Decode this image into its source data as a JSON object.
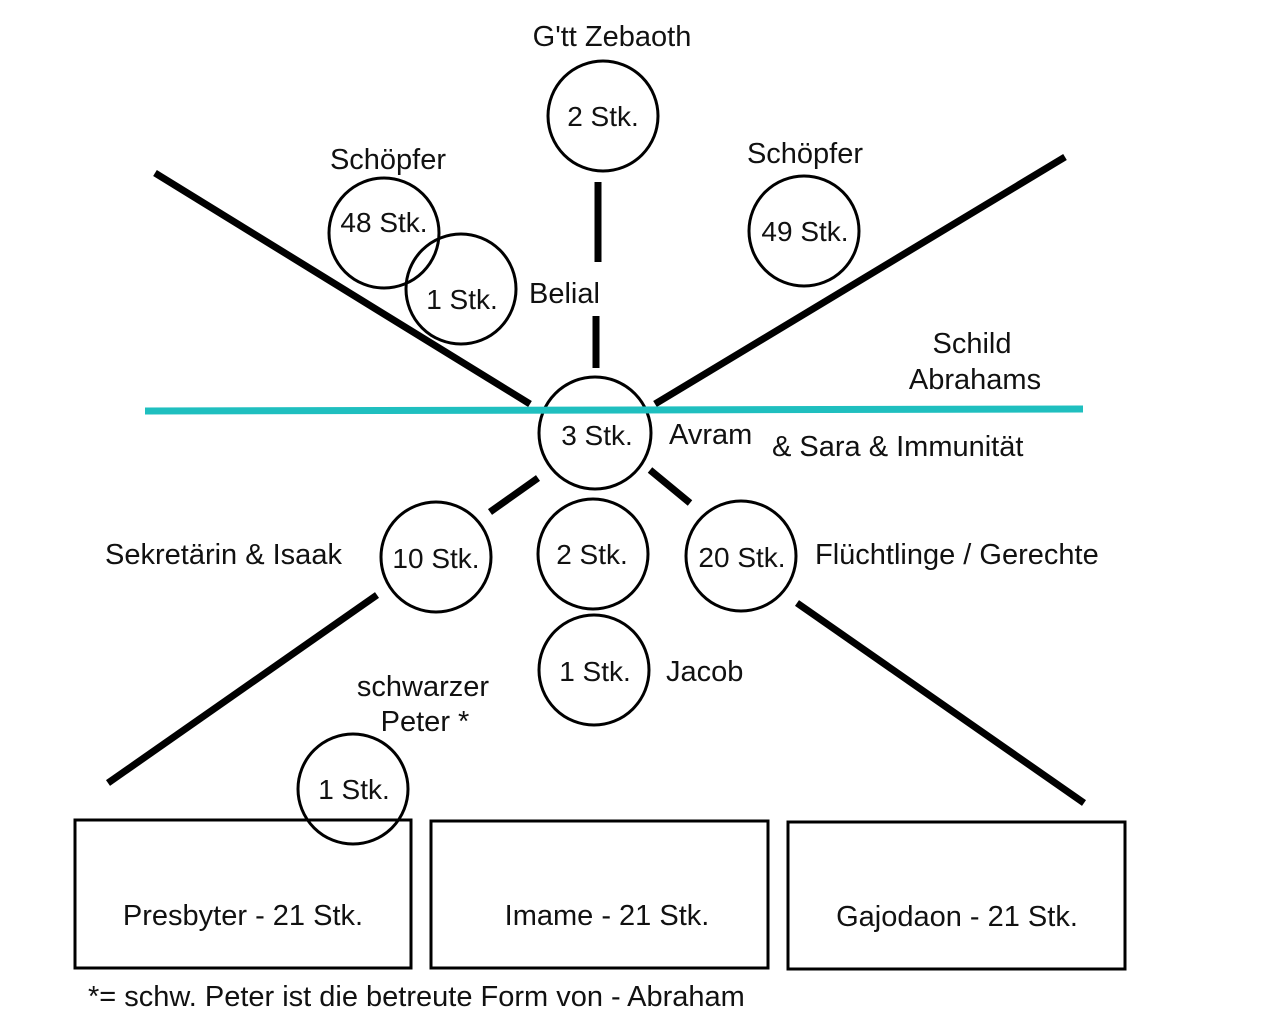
{
  "colors": {
    "ink": "#000000",
    "shield_line": "#1fbfbf",
    "background": "#ffffff"
  },
  "top": {
    "title": "G'tt Zebaoth",
    "count": "2 Stk."
  },
  "left_upper": {
    "title": "Schöpfer",
    "count_a": "48 Stk.",
    "count_b": "1 Stk.",
    "belial": "Belial"
  },
  "right_upper": {
    "title": "Schöpfer",
    "count": "49 Stk."
  },
  "shield": {
    "line1": "Schild",
    "line2": "Abrahams"
  },
  "center": {
    "count": "3 Stk.",
    "name": "Avram",
    "suffix": "& Sara & Immunität"
  },
  "lower": {
    "left_label": "Sekretärin & Isaak",
    "left_count": "10 Stk.",
    "mid_count": "2 Stk.",
    "right_count": "20 Stk.",
    "right_label": "Flüchtlinge / Gerechte",
    "jacob_count": "1 Stk.",
    "jacob_label": "Jacob",
    "peter_line1": "schwarzer",
    "peter_line2": "Peter *",
    "peter_count": "1 Stk."
  },
  "boxes": [
    {
      "label": "Presbyter - 21 Stk."
    },
    {
      "label": "Imame - 21 Stk."
    },
    {
      "label": "Gajodaon - 21 Stk."
    }
  ],
  "footnote": "*= schw. Peter ist die betreute Form von - Abraham"
}
